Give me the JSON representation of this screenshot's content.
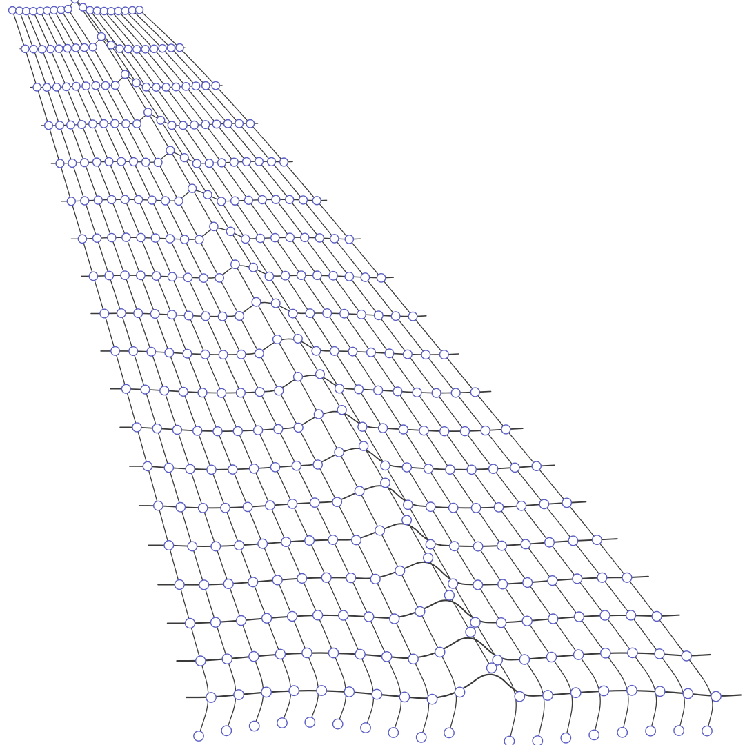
{
  "diagram": {
    "kind": "3d-surface-mesh",
    "row_count": 19,
    "column_count": 19,
    "node_shape": "circle",
    "feature": "crease-ridge",
    "colors": {
      "background": "#ffffff",
      "line": "#3a3a3a",
      "node_stroke": "#5a5ec4",
      "node_fill": "#ffffff"
    }
  }
}
